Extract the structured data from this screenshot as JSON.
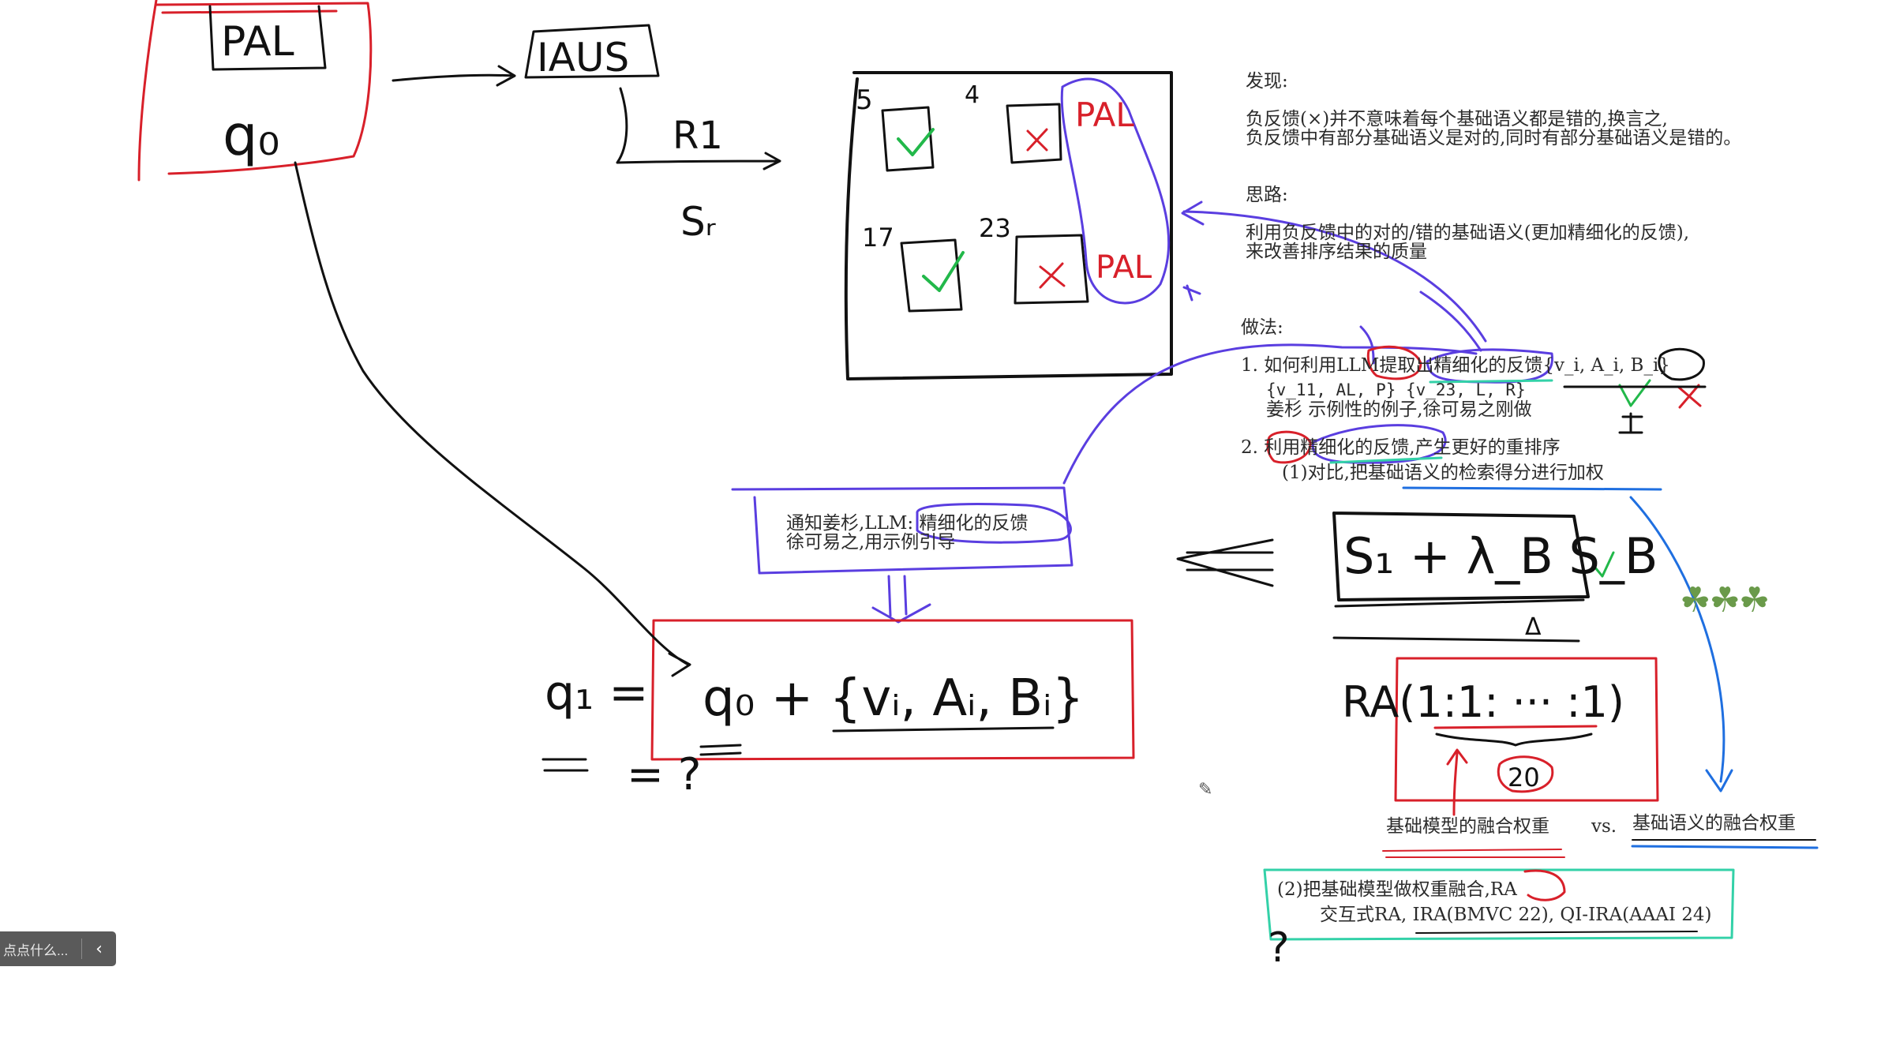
{
  "board": {
    "discovery_heading": "发现:",
    "discovery_line1": "负反馈(×)并不意味着每个基础语义都是错的,换言之,",
    "discovery_line2": "负反馈中有部分基础语义是对的,同时有部分基础语义是错的。",
    "idea_heading": "思路:",
    "idea_line1": "利用负反馈中的对的/错的基础语义(更加精细化的反馈),",
    "idea_line2": "来改善排序结果的质量",
    "method_heading": "做法:",
    "method_1": "1. 如何利用LLM提取出精细化的反馈{v_i, A_i, B_i}",
    "method_1_example": "{v_11, AL, P} {v_23, L, R}",
    "method_1_note": "姜杉  示例性的例子,徐可易之刚做",
    "method_2": "2. 利用精细化的反馈,产生更好的重排序",
    "method_2_1": "(1)对比,把基础语义的检索得分进行加权",
    "method_2_2": "(2)把基础模型做权重融合,RA",
    "method_2_2b": "交互式RA, IRA(BMVC 22), QI-IRA(AAAI 24)",
    "note_line1": "通知姜杉,LLM: 精细化的反馈",
    "note_line2": "徐可易之,用示例引导",
    "fusion_label_left": "基础模型的融合权重",
    "fusion_vs": "vs.",
    "fusion_label_right": "基础语义的融合权重"
  },
  "handwriting": {
    "pal_top": "PAL",
    "q0": "q₀",
    "iaus": "IAUS",
    "r1": "R1",
    "sr": "Sᵣ",
    "grid_num_5": "5",
    "grid_num_4": "4",
    "grid_num_17": "17",
    "grid_num_23": "23",
    "pal_right_1": "PAL",
    "pal_right_2": "PAL",
    "q1_eq": "q₁ =",
    "eq_question": "= ?",
    "q0_plus": "q₀ + {vᵢ, Aᵢ, Bᵢ}",
    "s_formula": "S₁ + λ_B S_B",
    "delta": "Δ",
    "ra_formula": "RA(1:1: ··· :1)",
    "twenty": "20",
    "question_end": "?"
  },
  "ui": {
    "toolbar_hint": "点点什么...",
    "collapse_glyph": "‹",
    "clover": "☘☘☘",
    "pen": "✎"
  },
  "colors": {
    "ink_black": "#111111",
    "ink_red": "#d8202a",
    "ink_purple": "#5a3ee0",
    "ink_green": "#22b84a",
    "ink_blue": "#1f6fe0",
    "ink_teal": "#33d1a8",
    "toolbar_bg": "#5a5a5a"
  }
}
